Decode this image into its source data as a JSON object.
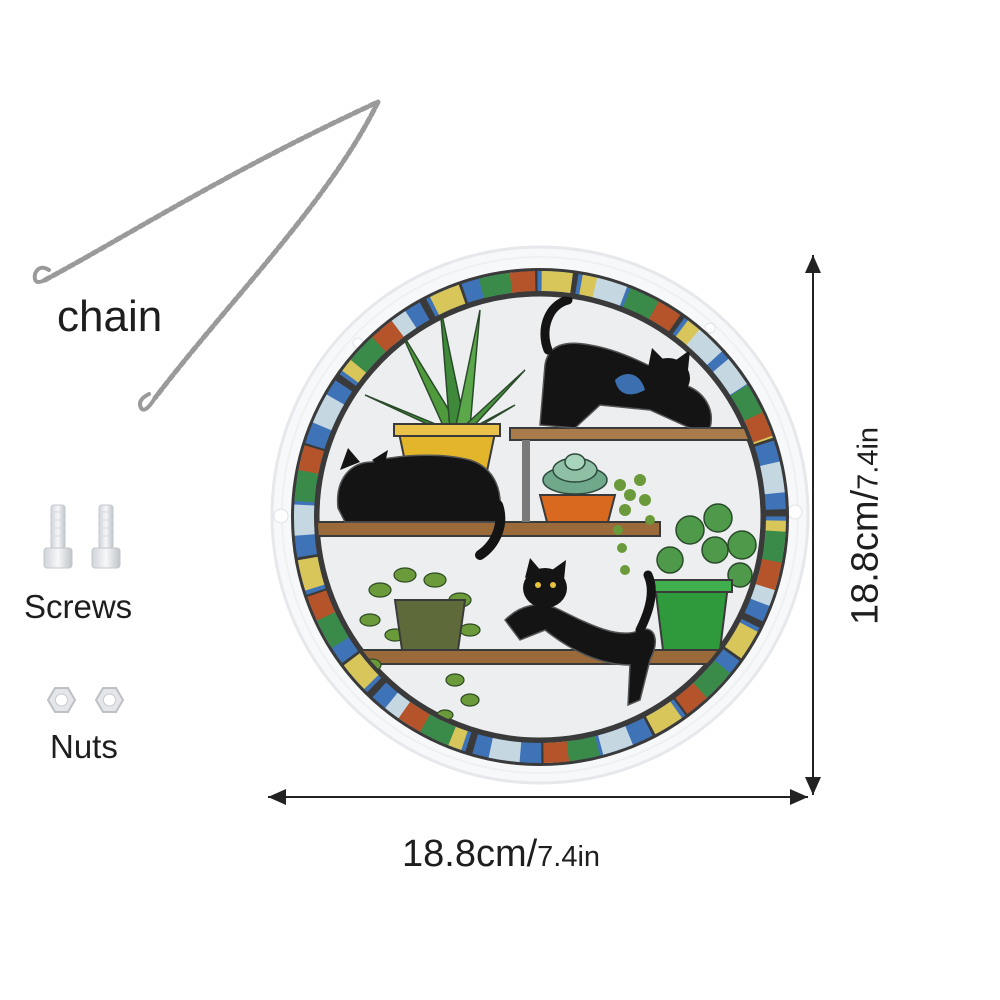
{
  "labels": {
    "chain": "chain",
    "screws": "Screws",
    "nuts": "Nuts"
  },
  "dimensions": {
    "width_cm": "18.8cm/",
    "width_in": "7.4in",
    "height_cm": "18.8cm/",
    "height_in": "7.4in"
  },
  "colors": {
    "frame_glass": "#f3f4f6",
    "lead_line": "#3a3a3a",
    "cat": "#141414",
    "leaf_green": "#3f8a3a",
    "pot_yellow": "#e2b52a",
    "pot_orange": "#d8691f",
    "pot_green": "#2f9a3c",
    "shelf": "#9a6a3a",
    "chain_metal": "#9a9a9a"
  },
  "icons": [
    "chain-icon",
    "screw-icon",
    "nut-icon",
    "stained-glass-panel",
    "dimension-arrow"
  ]
}
